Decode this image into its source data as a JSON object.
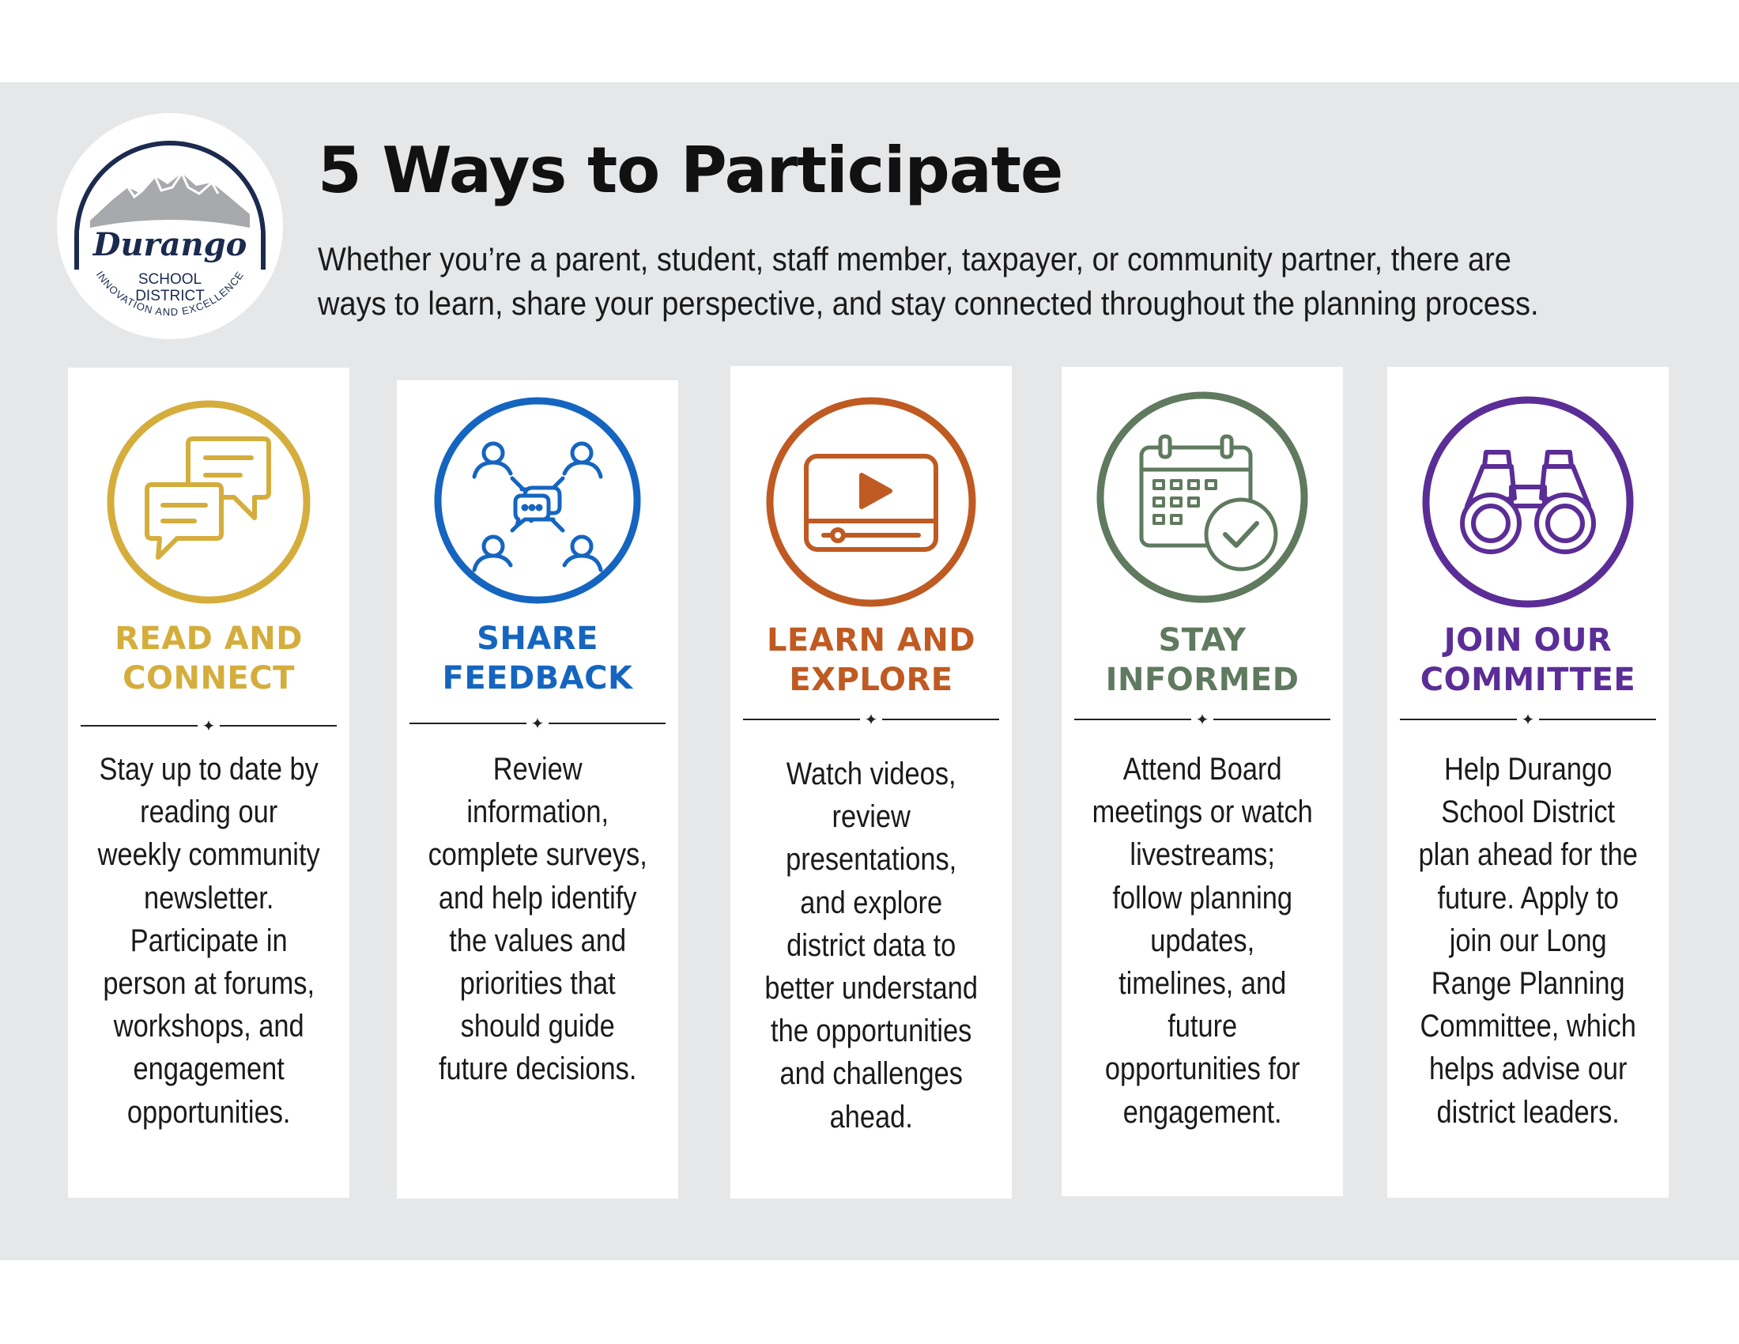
{
  "logo": {
    "name": "Durango",
    "line1": "SCHOOL",
    "line2": "DISTRICT",
    "tagline": "INNOVATION AND EXCELLENCE"
  },
  "header": {
    "title": "5 Ways to Participate",
    "subtitle_line1": "Whether you’re a parent, student, staff member, taxpayer, or community partner, there are",
    "subtitle_line2": "ways to learn, share your perspective, and stay connected throughout the planning process."
  },
  "cards": [
    {
      "icon": "chat-bubbles-icon",
      "color": "#d4ad3c",
      "heading": [
        "READ AND",
        "CONNECT"
      ],
      "body": [
        "Stay up to date by",
        "reading our",
        "weekly community",
        "newsletter.",
        "Participate in",
        "person at forums,",
        "workshops, and",
        "engagement",
        "opportunities."
      ]
    },
    {
      "icon": "people-network-icon",
      "color": "#1565c0",
      "heading": [
        "SHARE",
        "FEEDBACK"
      ],
      "body": [
        "Review",
        "information,",
        "complete surveys,",
        "and help identify",
        "the values and",
        "priorities that",
        "should guide",
        "future decisions."
      ]
    },
    {
      "icon": "video-player-icon",
      "color": "#bf5a22",
      "heading": [
        "LEARN AND",
        "EXPLORE"
      ],
      "body": [
        "Watch videos,",
        "review",
        "presentations,",
        "and explore",
        "district data to",
        "better understand",
        "the opportunities",
        "and challenges",
        "ahead."
      ]
    },
    {
      "icon": "calendar-check-icon",
      "color": "#5f7a5e",
      "heading": [
        "STAY",
        "INFORMED"
      ],
      "body": [
        "Attend Board",
        "meetings or watch",
        "livestreams;",
        "follow planning",
        "updates,",
        "timelines, and",
        "future",
        "opportunities for",
        "engagement."
      ]
    },
    {
      "icon": "binoculars-icon",
      "color": "#5b2d96",
      "heading": [
        "JOIN OUR",
        "COMMITTEE"
      ],
      "body": [
        "Help Durango",
        "School District",
        "plan ahead for the",
        "future. Apply to",
        "join our Long",
        "Range Planning",
        "Committee, which",
        "helps advise our",
        "district leaders."
      ]
    }
  ]
}
